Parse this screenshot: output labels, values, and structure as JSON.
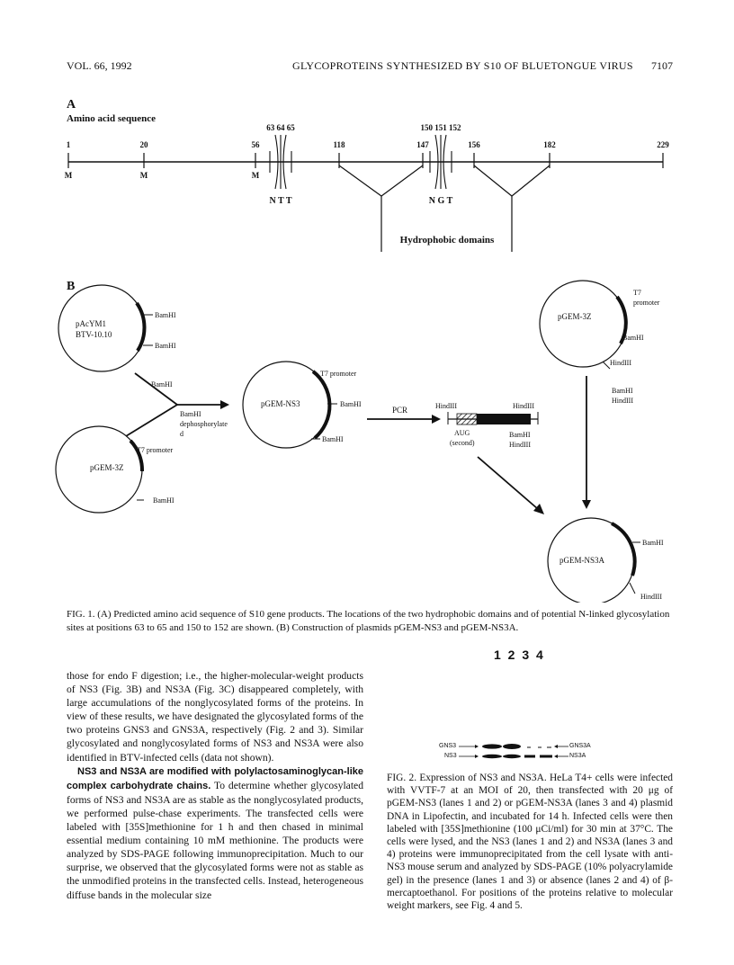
{
  "header": {
    "left": "VOL. 66, 1992",
    "center": "GLYCOPROTEINS SYNTHESIZED BY S10 OF BLUETONGUE VIRUS",
    "right": "7107"
  },
  "panel_a": {
    "label": "A",
    "title": "Amino acid sequence",
    "positions": [
      "1",
      "20",
      "56",
      "118",
      "147",
      "156",
      "182",
      "229"
    ],
    "site1_numbers": "63 64 65",
    "site2_numbers": "150 151 152",
    "met_label": "M",
    "site1_label": "N T T",
    "site2_label": "N G T",
    "hydrophobic_label": "Hydrophobic domains"
  },
  "panel_b": {
    "label": "B",
    "pacym1": [
      "pAcYM1",
      "BTV-10.10"
    ],
    "bamhi": "BamHI",
    "hindiii": "HindIII",
    "pgem3z": "pGEM-3Z",
    "t7_promoter": "T7 promoter",
    "t7": "T7",
    "promoter": "promoter",
    "bamhi_dephos": [
      "BamHI",
      "dephosphorylate",
      "d"
    ],
    "pgem_ns3": "pGEM-NS3",
    "pcr": "PCR",
    "aug": "AUG",
    "aug_second": "(second)",
    "digest": [
      "BamHI",
      "HindIII"
    ],
    "pgem_ns3a": "pGEM-NS3A"
  },
  "fig1_caption": "FIG. 1. (A) Predicted amino acid sequence of S10 gene products. The locations of the two hydrophobic domains and of potential N-linked glycosylation sites at positions 63 to 65 and 150 to 152 are shown. (B) Construction of plasmids pGEM-NS3 and pGEM-NS3A.",
  "body_text": {
    "p1": "those for endo F digestion; i.e., the higher-molecular-weight products of NS3 (Fig. 3B) and NS3A (Fig. 3C) disappeared completely, with large accumulations of the nonglycosylated forms of the proteins. In view of these results, we have designated the glycosylated forms of the two proteins GNS3 and GNS3A, respectively (Fig. 2 and 3). Similar glycosylated and nonglycosylated forms of NS3 and NS3A were also identified in BTV-infected cells (data not shown).",
    "p2_heading": "NS3 and NS3A are modified with polylactosaminoglycan-like complex carbohydrate chains.",
    "p2": " To determine whether glycosylated forms of NS3 and NS3A are as stable as the nonglycosylated products, we performed pulse-chase experiments. The transfected cells were labeled with [35S]methionine for 1 h and then chased in minimal essential medium containing 10 mM methionine. The products were analyzed by SDS-PAGE following immunoprecipitation. Much to our surprise, we observed that the glycosylated forms were not as stable as the unmodified proteins in the transfected cells. Instead, heterogeneous diffuse bands in the molecular size"
  },
  "fig2": {
    "lanes": "1 2 3 4",
    "left_labels": [
      "GNS3",
      "NS3"
    ],
    "right_labels": [
      "GNS3A",
      "NS3A"
    ],
    "caption": "FIG. 2. Expression of NS3 and NS3A. HeLa T4+ cells were infected with VVTF-7 at an MOI of 20, then transfected with 20 μg of pGEM-NS3 (lanes 1 and 2) or pGEM-NS3A (lanes 3 and 4) plasmid DNA in Lipofectin, and incubated for 14 h. Infected cells were then labeled with [35S]methionine (100 μCi/ml) for 30 min at 37°C. The cells were lysed, and the NS3 (lanes 1 and 2) and NS3A (lanes 3 and 4) proteins were immunoprecipitated from the cell lysate with anti-NS3 mouse serum and analyzed by SDS-PAGE (10% polyacrylamide gel) in the presence (lanes 1 and 3) or absence (lanes 2 and 4) of β-mercaptoethanol. For positions of the proteins relative to molecular weight markers, see Fig. 4 and 5."
  }
}
